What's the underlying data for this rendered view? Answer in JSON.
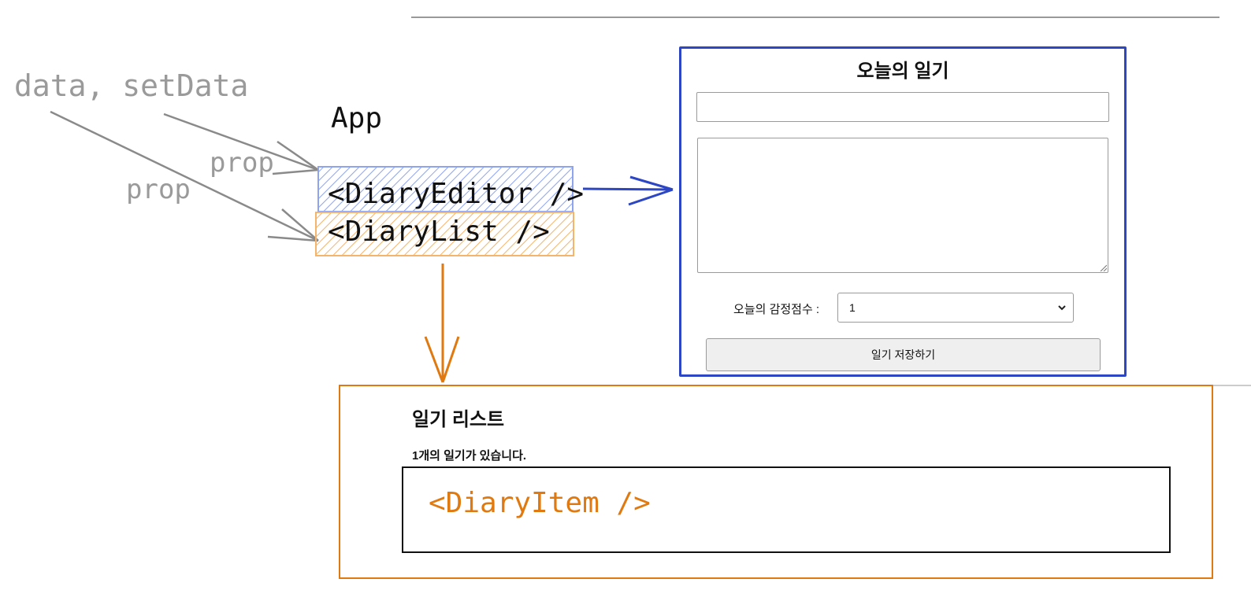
{
  "labels": {
    "state": "data, setData",
    "prop_top": "prop",
    "prop_left": "prop",
    "app": "App",
    "diary_editor": "<DiaryEditor />",
    "diary_list": "<DiaryList />",
    "diary_item": "<DiaryItem />"
  },
  "editor": {
    "title": "오늘의 일기",
    "author_value": "",
    "content_value": "",
    "emotion_label": "오늘의 감정점수 :",
    "emotion_selected": "1",
    "save_label": "일기 저장하기"
  },
  "list": {
    "title": "일기 리스트",
    "count_text": "1개의 일기가 있습니다."
  },
  "colors": {
    "editor_accent": "#2c46c4",
    "list_accent": "#e07a10",
    "editor_fill": "#bcc9f2",
    "list_fill": "#ffd8a6",
    "arrow_gray": "#8a8a8a"
  }
}
